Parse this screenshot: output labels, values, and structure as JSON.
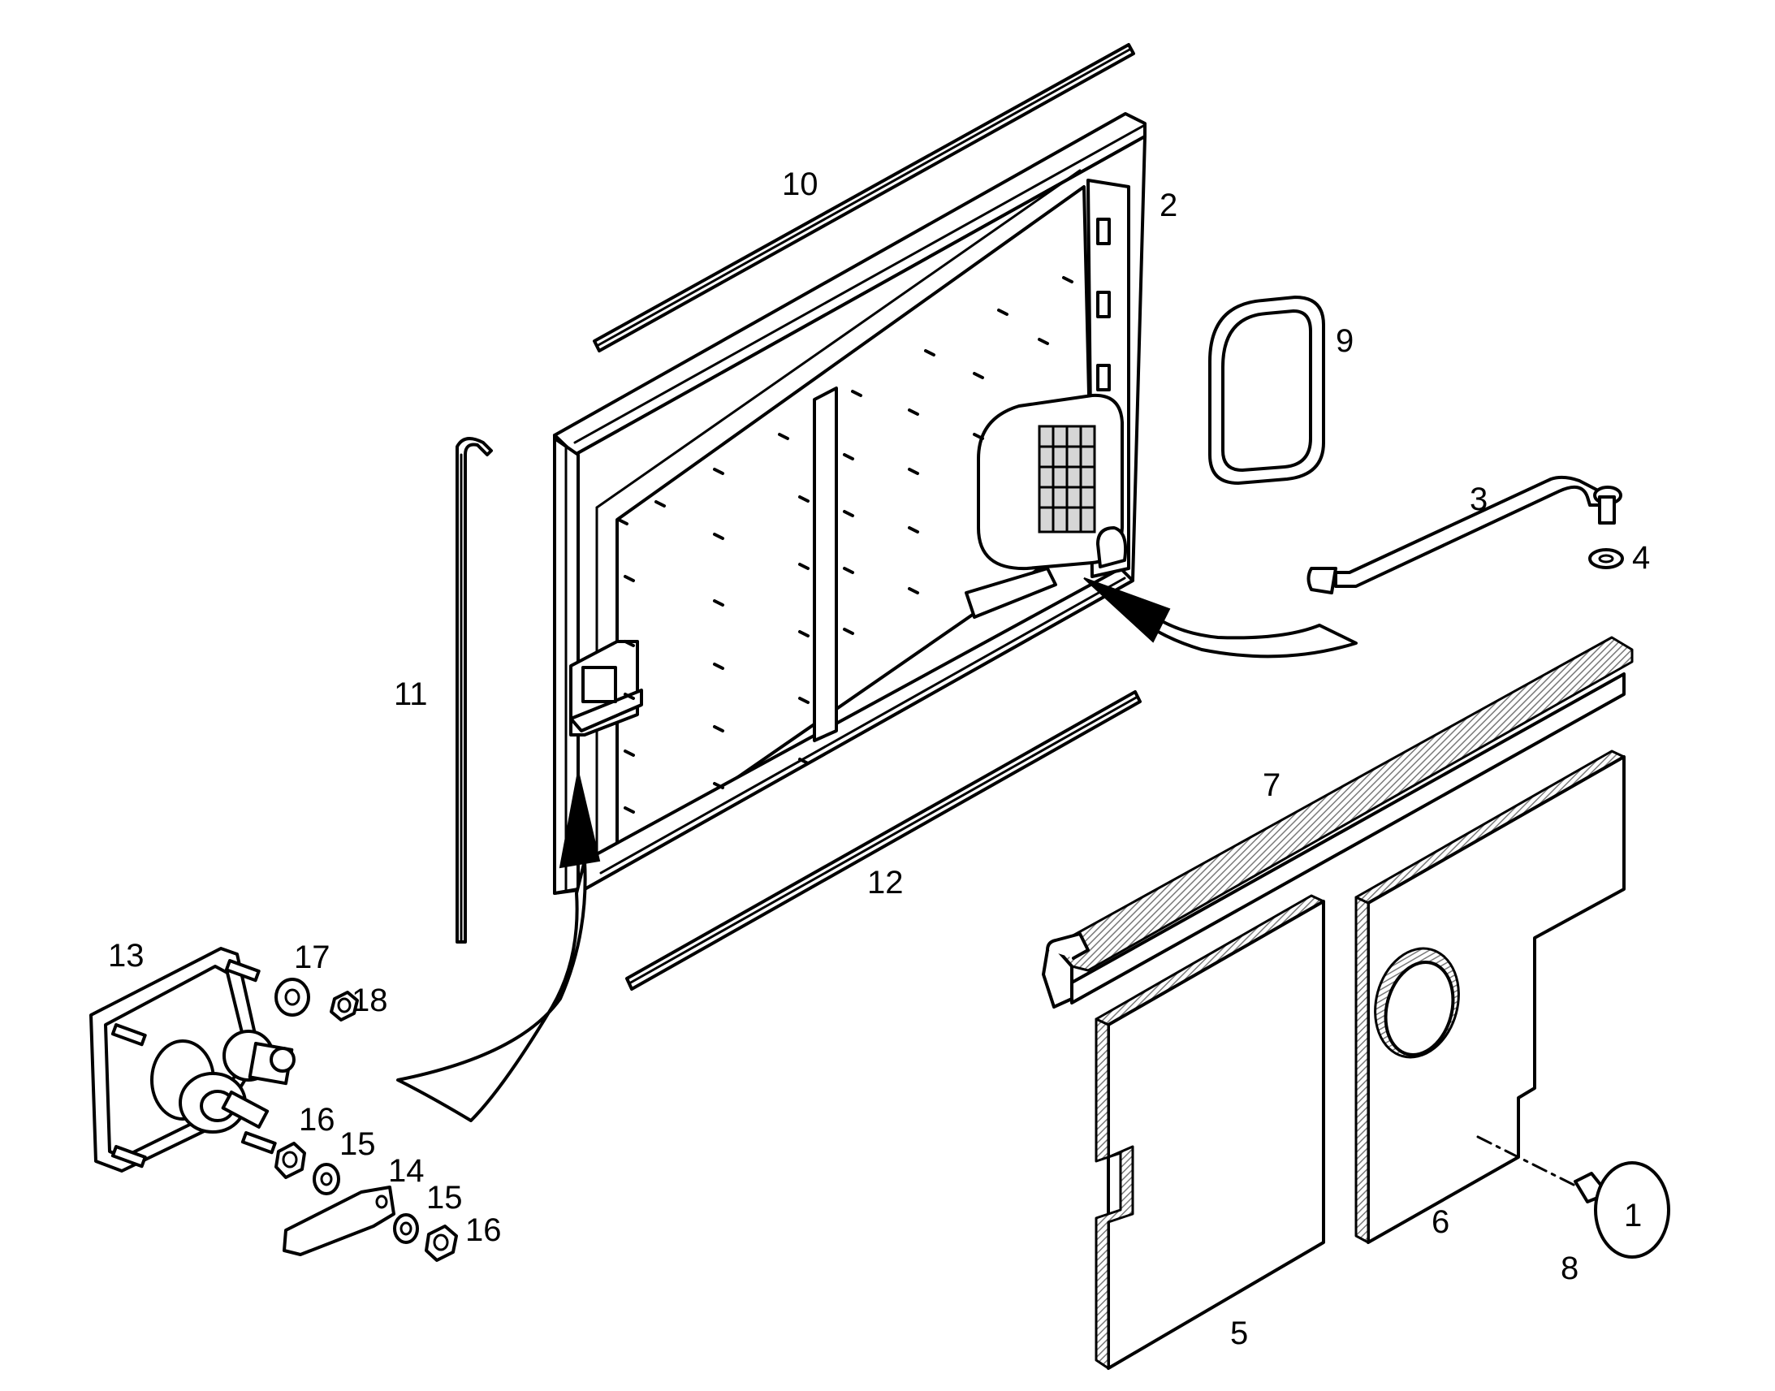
{
  "callouts": {
    "c2": "2",
    "c3": "3",
    "c4": "4",
    "c5": "5",
    "c6": "6",
    "c7": "7",
    "c8": "8",
    "c9": "9",
    "c10": "10",
    "c11": "11",
    "c12": "12",
    "c13": "13",
    "c14": "14",
    "c15a": "15",
    "c15b": "15",
    "c16a": "16",
    "c16b": "16",
    "c17": "17",
    "c18": "18"
  },
  "marks": {
    "cap_marking": "1"
  }
}
